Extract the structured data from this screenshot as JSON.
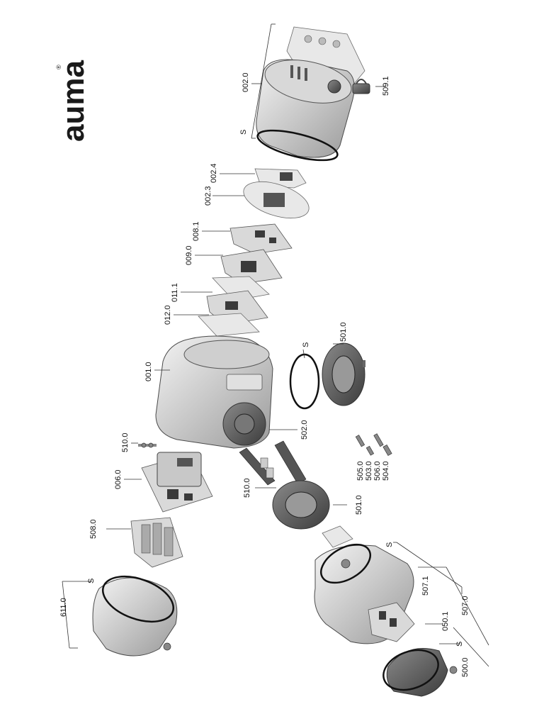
{
  "brand": {
    "logo": "auma",
    "mark": "®"
  },
  "parts": [
    {
      "id": "002.0",
      "name": "cover-002-0"
    },
    {
      "id": "509.1",
      "name": "padlock-509-1"
    },
    {
      "id": "002.4",
      "name": "plate-002-4"
    },
    {
      "id": "002.3",
      "name": "board-002-3"
    },
    {
      "id": "008.1",
      "name": "board-008-1"
    },
    {
      "id": "009.0",
      "name": "board-009-0"
    },
    {
      "id": "011.1",
      "name": "board-011-1"
    },
    {
      "id": "012.0",
      "name": "board-012-0"
    },
    {
      "id": "001.0",
      "name": "housing-001-0"
    },
    {
      "id": "501.0",
      "name": "socket-501-0-top"
    },
    {
      "id": "502.0",
      "name": "pin-carrier-502-0"
    },
    {
      "id": "510.0",
      "name": "fuse-510-0-top"
    },
    {
      "id": "006.0",
      "name": "power-supply-006-0"
    },
    {
      "id": "510.0",
      "name": "fuse-510-0-bottom"
    },
    {
      "id": "505.0",
      "name": "pin-505-0"
    },
    {
      "id": "503.0",
      "name": "pin-503-0"
    },
    {
      "id": "506.0",
      "name": "pin-506-0"
    },
    {
      "id": "504.0",
      "name": "pin-504-0"
    },
    {
      "id": "501.0",
      "name": "socket-501-0-bottom"
    },
    {
      "id": "508.0",
      "name": "switchgear-508-0"
    },
    {
      "id": "611.0",
      "name": "cover-611-0"
    },
    {
      "id": "507.1",
      "name": "frame-507-1"
    },
    {
      "id": "507.0",
      "name": "plug-cover-507-0"
    },
    {
      "id": "050.1",
      "name": "terminal-050-1"
    },
    {
      "id": "500.0",
      "name": "cover-500-0"
    }
  ],
  "seal": "S"
}
